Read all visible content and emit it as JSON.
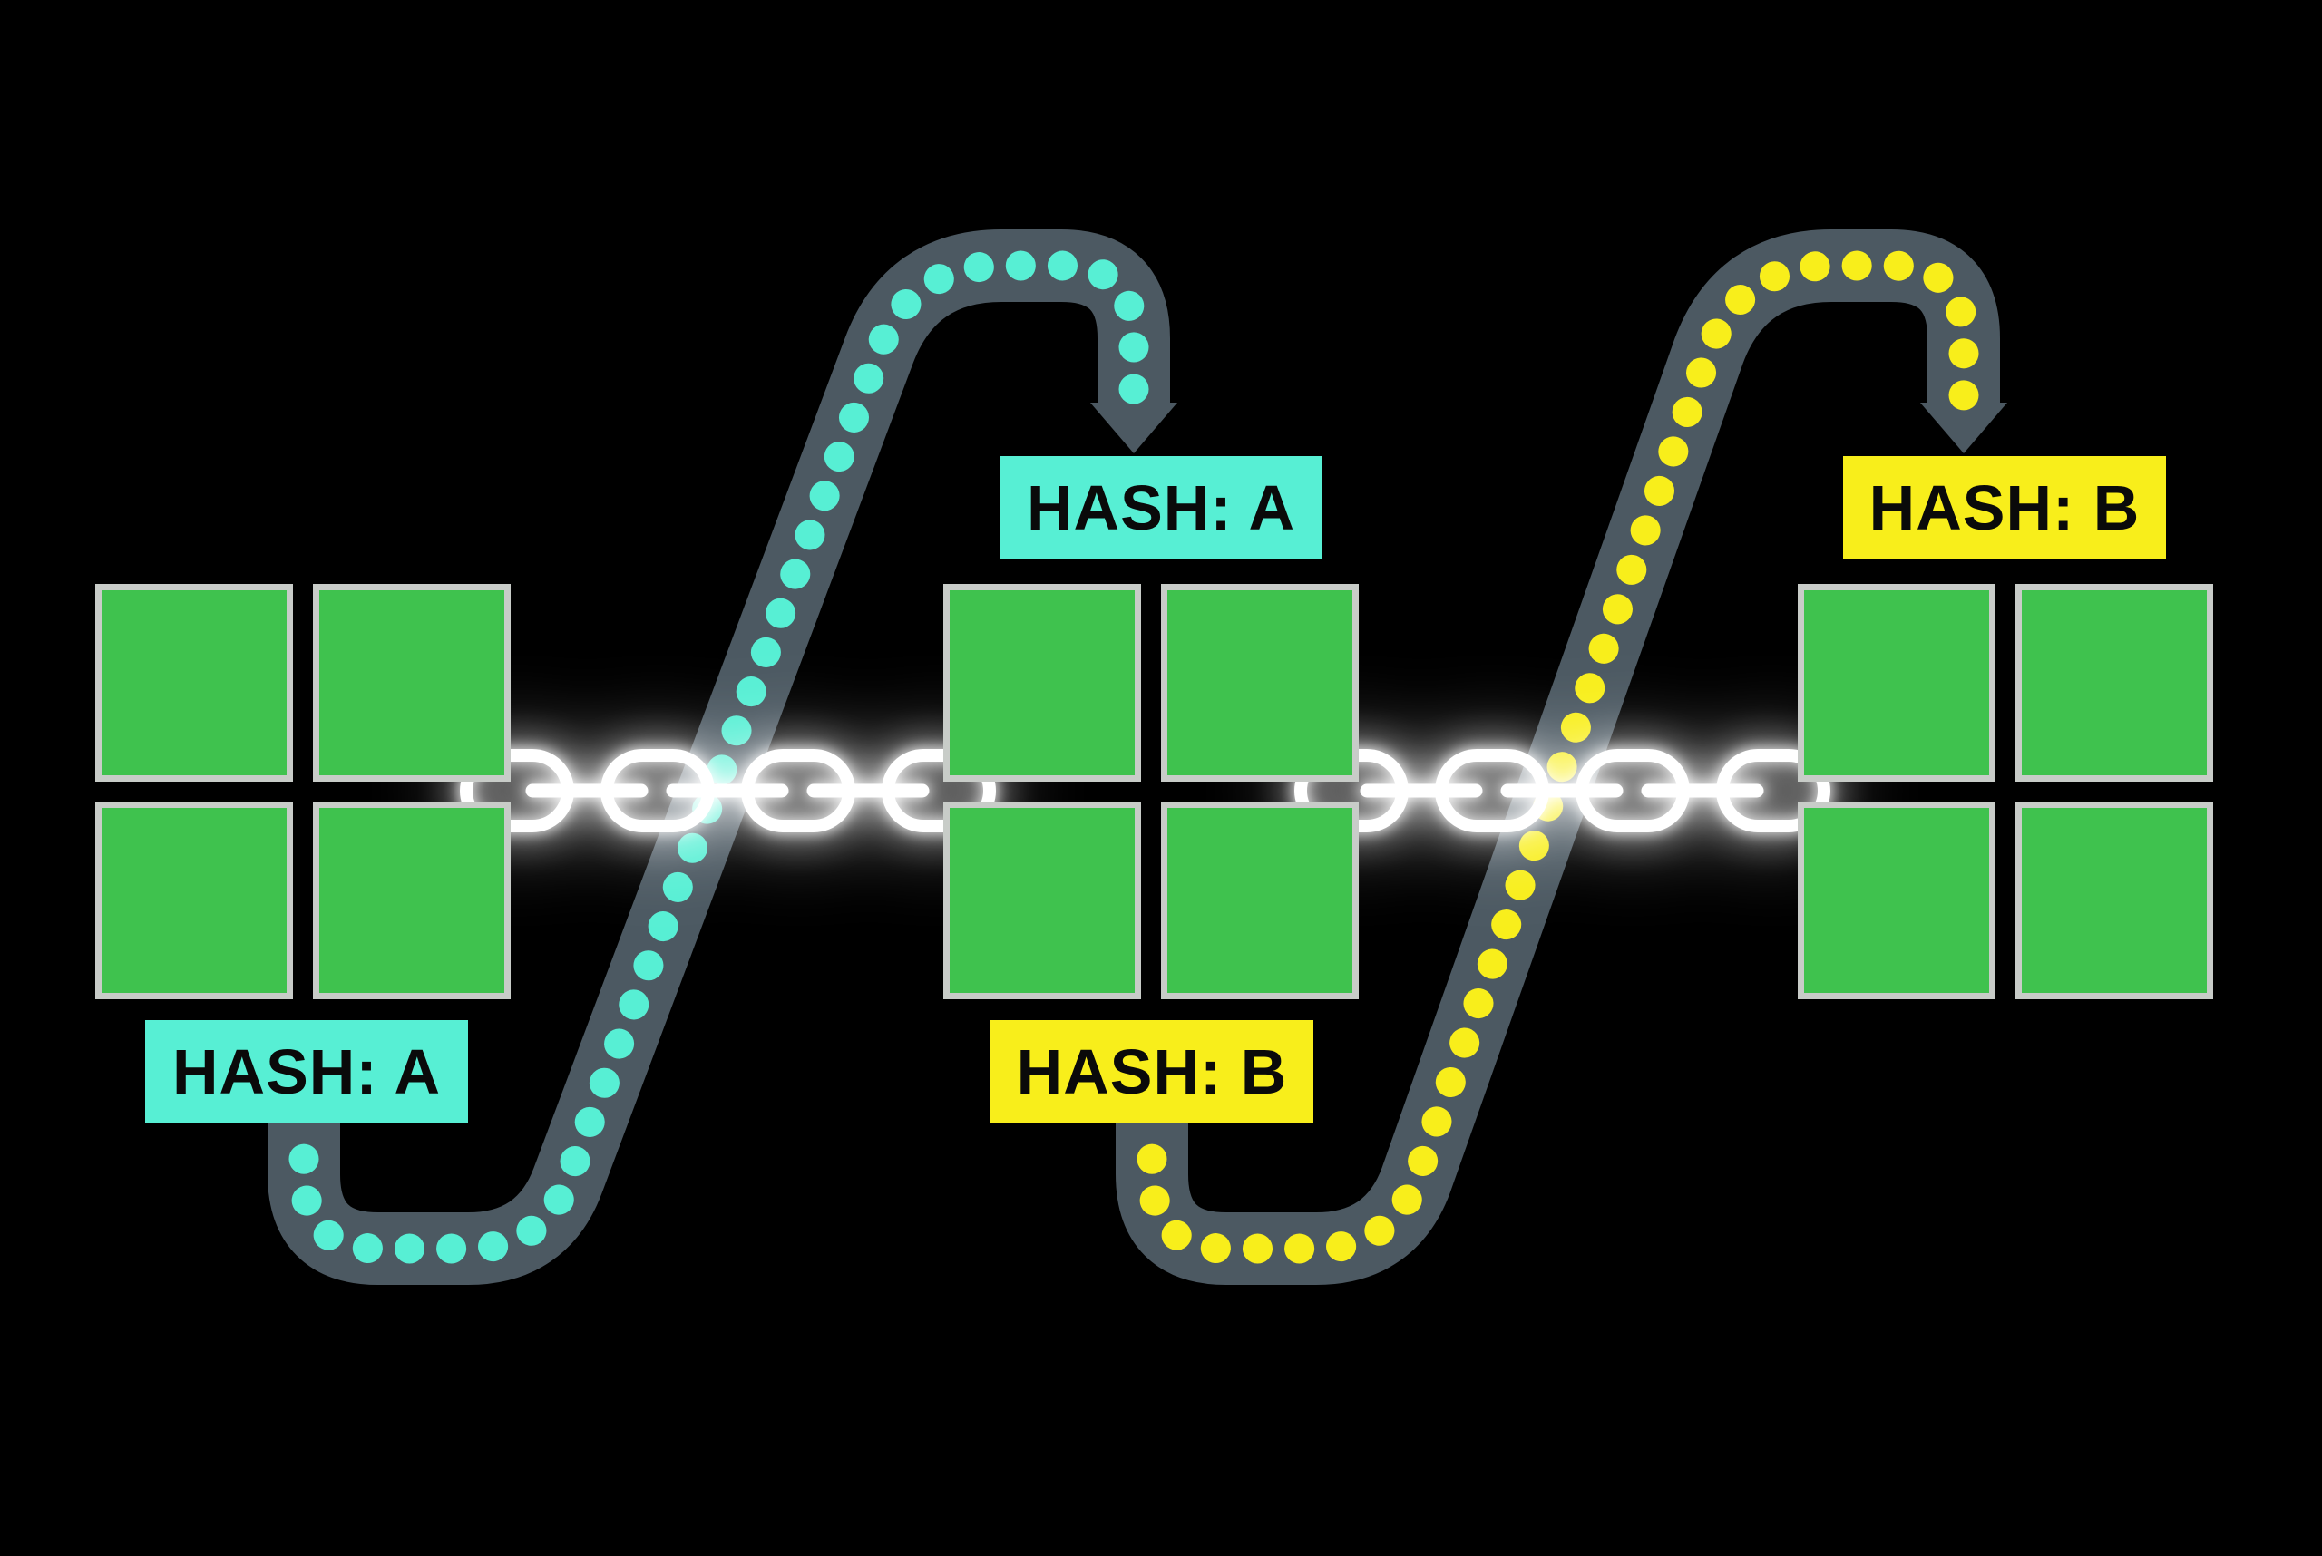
{
  "scene": {
    "description": "Blockchain diagram: three blocks of green data squares joined by a glowing white chain; dotted arrows carry each block's hash to the next block",
    "background": "#000000"
  },
  "palette": {
    "square_fill": "#3FC24E",
    "square_border": "#C8CCC8",
    "cyan": "#57EFD4",
    "yellow": "#F8EE1B",
    "band": "#4C5962",
    "chain": "#FFFFFF",
    "label_text": "#0A0A0A"
  },
  "blocks": [
    {
      "name": "block-1",
      "squares": 4
    },
    {
      "name": "block-2",
      "squares": 4
    },
    {
      "name": "block-3",
      "squares": 4
    }
  ],
  "labels": {
    "block1_hash": {
      "text": "HASH: A",
      "scheme": "cyan"
    },
    "block2_prev_hash": {
      "text": "HASH: A",
      "scheme": "cyan"
    },
    "block2_hash": {
      "text": "HASH: B",
      "scheme": "yellow"
    },
    "block3_prev_hash": {
      "text": "HASH: B",
      "scheme": "yellow"
    }
  },
  "flows": [
    {
      "name": "hash-a-flow",
      "from": "block1_hash",
      "to": "block2_prev_hash",
      "dot_color": "cyan"
    },
    {
      "name": "hash-b-flow",
      "from": "block2_hash",
      "to": "block3_prev_hash",
      "dot_color": "yellow"
    }
  ]
}
